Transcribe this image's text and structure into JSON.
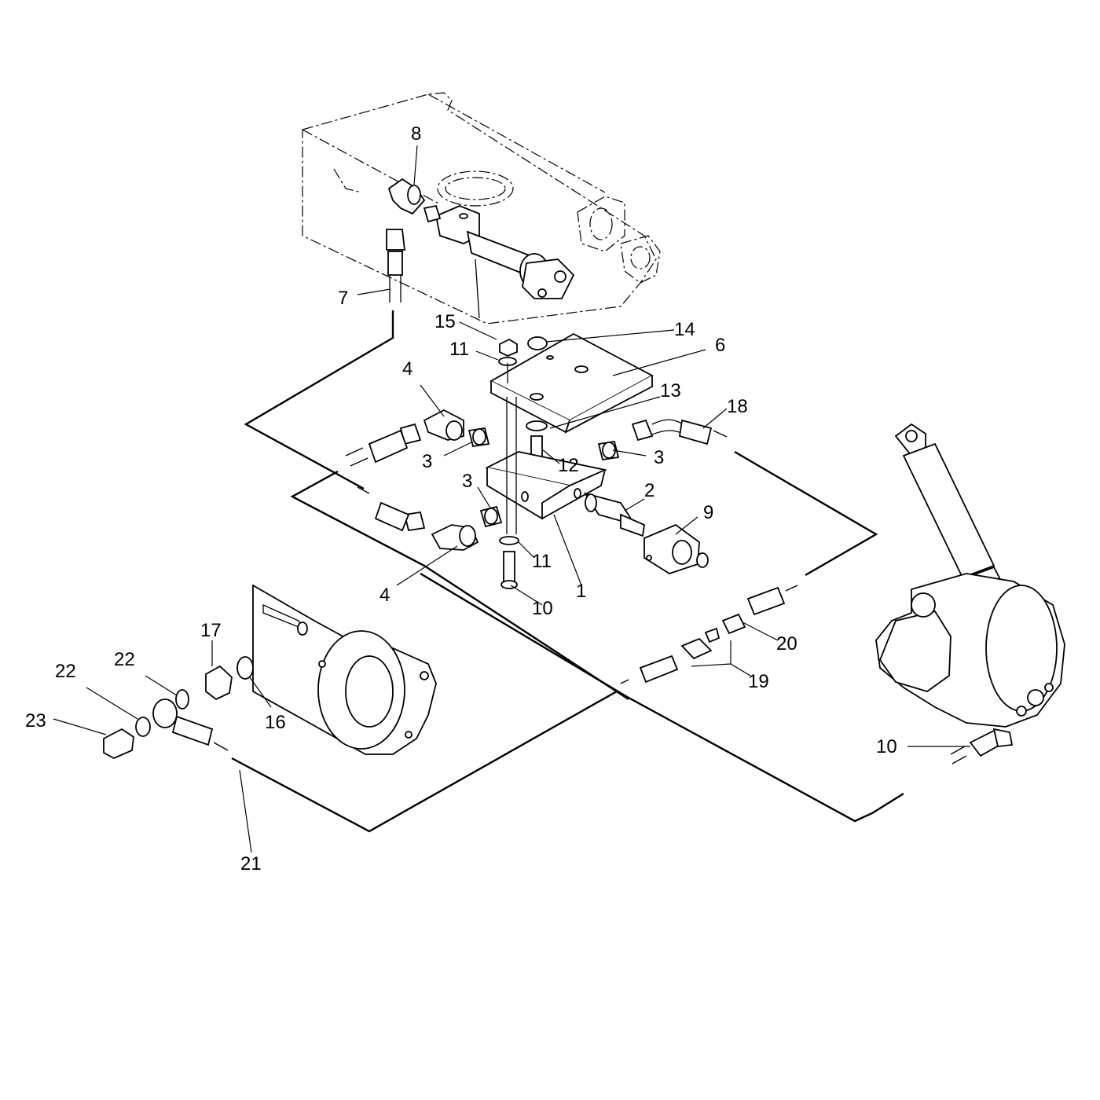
{
  "callouts": [
    {
      "id": "c8",
      "label": "8"
    },
    {
      "id": "c7",
      "label": "7"
    },
    {
      "id": "c15",
      "label": "15"
    },
    {
      "id": "c14",
      "label": "14"
    },
    {
      "id": "c11a",
      "label": "11"
    },
    {
      "id": "c6",
      "label": "6"
    },
    {
      "id": "c4a",
      "label": "4"
    },
    {
      "id": "c13",
      "label": "13"
    },
    {
      "id": "c18",
      "label": "18"
    },
    {
      "id": "c3a",
      "label": "3"
    },
    {
      "id": "c12",
      "label": "12"
    },
    {
      "id": "c3b",
      "label": "3"
    },
    {
      "id": "c3c",
      "label": "3"
    },
    {
      "id": "c2",
      "label": "2"
    },
    {
      "id": "c9",
      "label": "9"
    },
    {
      "id": "c11b",
      "label": "11"
    },
    {
      "id": "c4b",
      "label": "4"
    },
    {
      "id": "c1",
      "label": "1"
    },
    {
      "id": "c10a",
      "label": "10"
    },
    {
      "id": "c17",
      "label": "17"
    },
    {
      "id": "c22a",
      "label": "22"
    },
    {
      "id": "c22b",
      "label": "22"
    },
    {
      "id": "c23",
      "label": "23"
    },
    {
      "id": "c16",
      "label": "16"
    },
    {
      "id": "c20",
      "label": "20"
    },
    {
      "id": "c19",
      "label": "19"
    },
    {
      "id": "c10b",
      "label": "10"
    },
    {
      "id": "c21",
      "label": "21"
    }
  ]
}
